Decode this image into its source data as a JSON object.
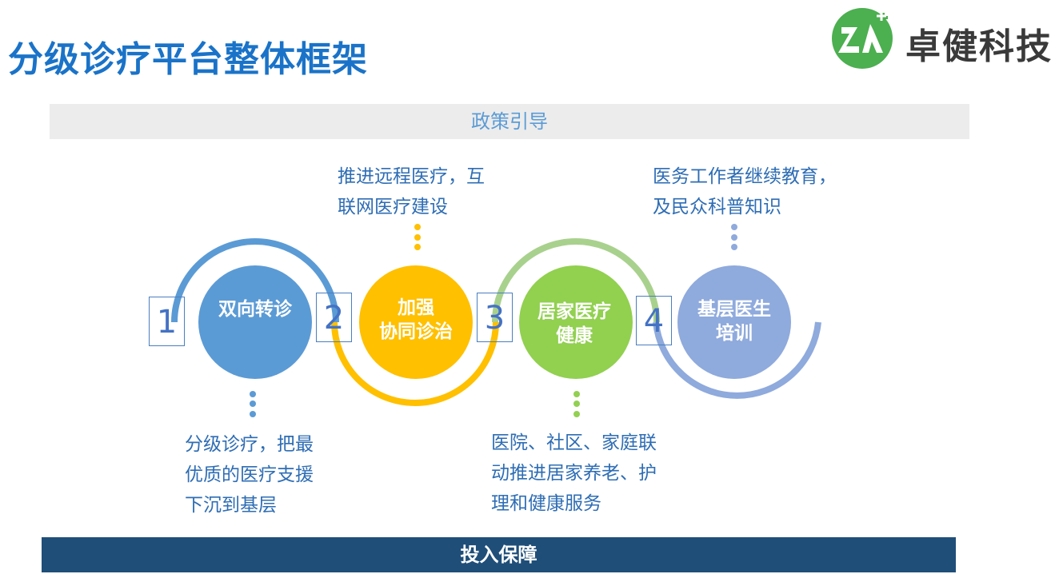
{
  "title": "分级诊疗平台整体框架",
  "logo": {
    "text": "卓健科技",
    "brand_color": "#4caf50"
  },
  "policy_bar": "政策引导",
  "investment_bar": "投入保障",
  "steps": [
    {
      "number": "1",
      "label_lines": [
        "双向转诊"
      ],
      "color": "#5b9bd5",
      "desc_lines": [
        "分级诊疗，把最",
        "优质的医疗支援",
        "下沉到基层"
      ]
    },
    {
      "number": "2",
      "label_lines": [
        "加强",
        "协同诊治"
      ],
      "color": "#ffc000",
      "desc_lines": [
        "推进远程医疗，互",
        "联网医疗建设"
      ]
    },
    {
      "number": "3",
      "label_lines": [
        "居家医疗",
        "健康"
      ],
      "color": "#92d050",
      "desc_lines": [
        "医院、社区、家庭联",
        "动推进居家养老、护",
        "理和健康服务"
      ]
    },
    {
      "number": "4",
      "label_lines": [
        "基层医生",
        "培训"
      ],
      "color": "#8faadc",
      "desc_lines": [
        "医务工作者继续教育，",
        "及民众科普知识"
      ]
    }
  ]
}
